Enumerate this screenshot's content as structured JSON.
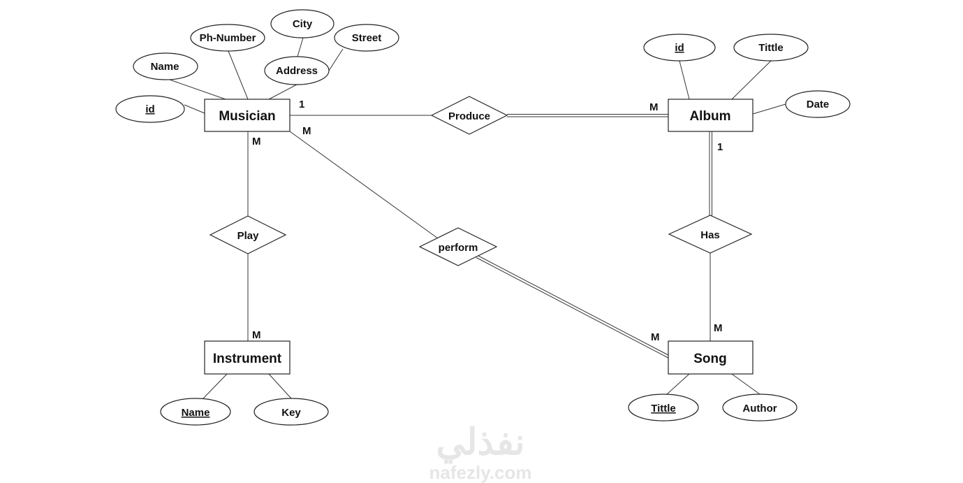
{
  "entities": {
    "musician": "Musician",
    "album": "Album",
    "instrument": "Instrument",
    "song": "Song"
  },
  "relationships": {
    "produce": "Produce",
    "play": "Play",
    "perform": "perform",
    "has": "Has"
  },
  "attributes": {
    "musician_id": "id",
    "musician_name": "Name",
    "musician_phone": "Ph-Number",
    "musician_city": "City",
    "musician_street": "Street",
    "musician_address": "Address",
    "album_id": "id",
    "album_title": "Tittle",
    "album_date": "Date",
    "instrument_name": "Name",
    "instrument_key": "Key",
    "song_title": "Tittle",
    "song_author": "Author"
  },
  "cardinalities": {
    "musician_produce": "1",
    "musician_perform": "M",
    "musician_play": "M",
    "instrument_play": "M",
    "album_produce": "M",
    "album_has": "1",
    "song_has": "M",
    "song_perform": "M"
  },
  "watermark": {
    "arabic": "نفذلي",
    "latin": "nafezly.com"
  }
}
